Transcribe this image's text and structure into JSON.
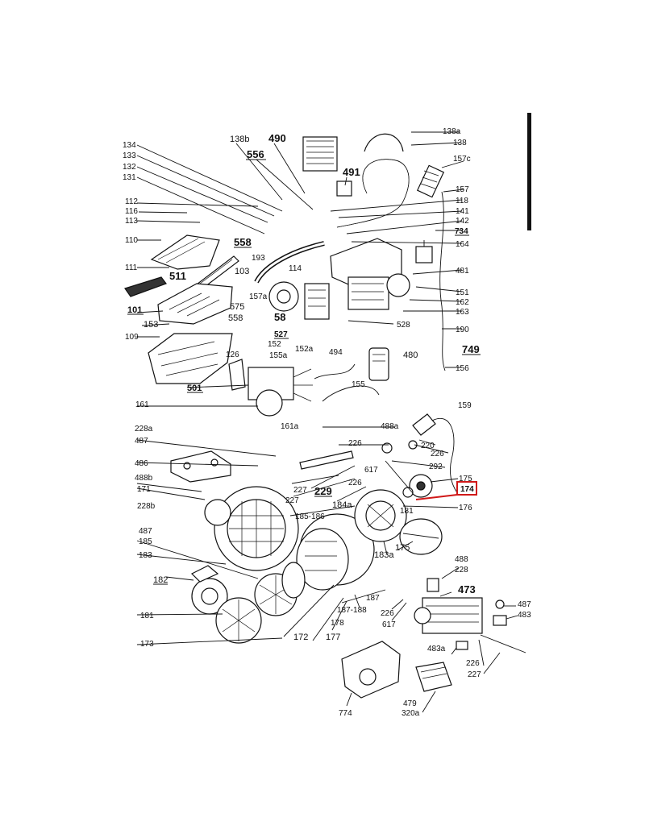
{
  "labels": [
    "138a",
    "138",
    "157c",
    "157",
    "118",
    "141",
    "142",
    "734",
    "164",
    "481",
    "151",
    "162",
    "163",
    "528",
    "190",
    "749",
    "156",
    "134",
    "133",
    "132",
    "131",
    "112",
    "116",
    "113",
    "110",
    "111",
    "511",
    "101",
    "153",
    "109",
    "138b",
    "490",
    "556",
    "491",
    "558",
    "193",
    "575",
    "558",
    "103",
    "114",
    "157a",
    "58",
    "527",
    "152",
    "152a",
    "155a",
    "494",
    "480",
    "155",
    "126",
    "501",
    "161",
    "161a",
    "228a",
    "487",
    "486",
    "488b",
    "171",
    "228b",
    "487",
    "185",
    "183",
    "182",
    "181",
    "173",
    "488a",
    "226",
    "617",
    "227",
    "227",
    "229",
    "226",
    "184a",
    "185-186",
    "183a",
    "175",
    "172",
    "177",
    "178",
    "187-188",
    "187",
    "159",
    "220",
    "226",
    "292",
    "175",
    "174",
    "176",
    "181",
    "488",
    "228",
    "473",
    "487",
    "483",
    "226",
    "617",
    "483a",
    "226",
    "227",
    "479",
    "320a",
    "774"
  ],
  "highlight": {
    "label": "174",
    "color": "#d01818"
  }
}
